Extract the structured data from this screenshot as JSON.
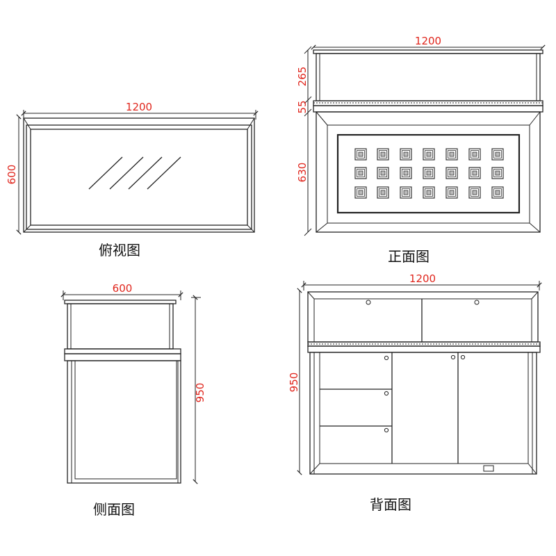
{
  "views": {
    "top": {
      "caption": "俯视图",
      "width_dim": "1200",
      "height_dim": "600"
    },
    "front": {
      "caption": "正面图",
      "width_dim": "1200",
      "dims": [
        "265",
        "55",
        "630"
      ]
    },
    "side": {
      "caption": "侧面图",
      "width_dim": "600",
      "height_dim": "950"
    },
    "back": {
      "caption": "背面图",
      "width_dim": "1200",
      "height_dim": "950"
    }
  },
  "colors": {
    "dimension": "#e0261d",
    "line": "#222222"
  }
}
